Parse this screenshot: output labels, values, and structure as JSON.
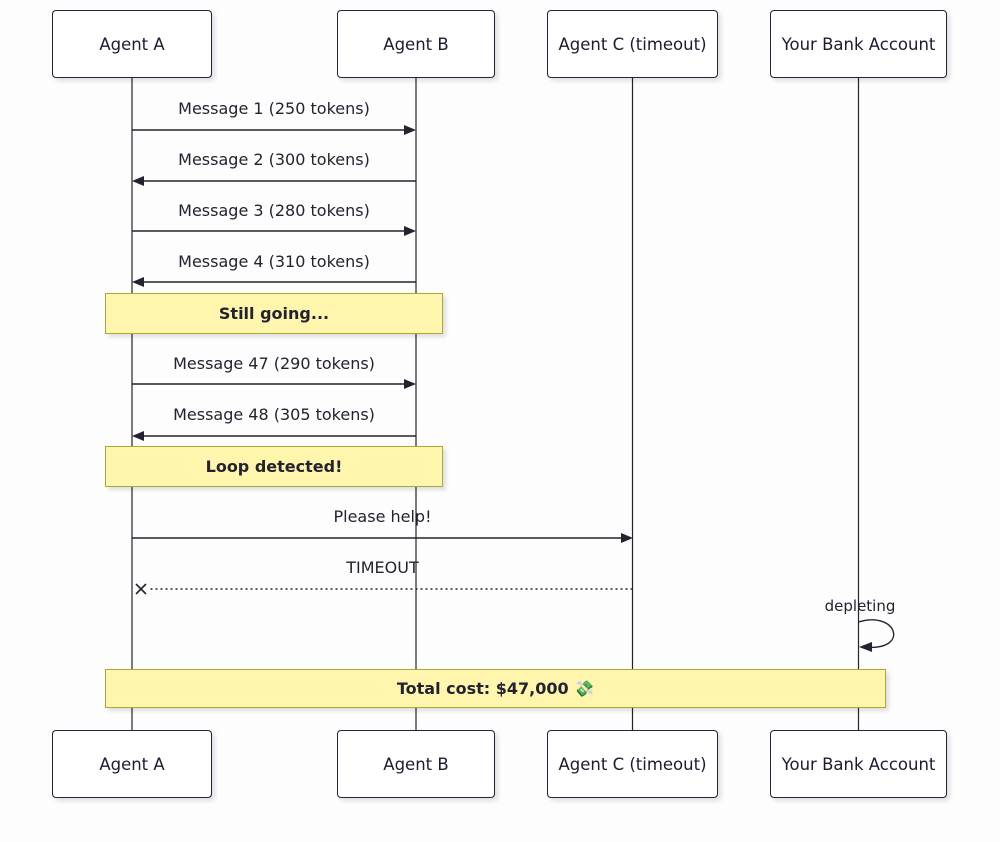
{
  "diagram_type": "sequence",
  "participants": [
    {
      "label": "Agent A"
    },
    {
      "label": "Agent B"
    },
    {
      "label": "Agent C (timeout)"
    },
    {
      "label": "Your Bank Account"
    }
  ],
  "messages": [
    {
      "label": "Message 1 (250 tokens)",
      "from": "Agent A",
      "to": "Agent B",
      "style": "solid-arrow"
    },
    {
      "label": "Message 2 (300 tokens)",
      "from": "Agent B",
      "to": "Agent A",
      "style": "solid-arrow"
    },
    {
      "label": "Message 3 (280 tokens)",
      "from": "Agent A",
      "to": "Agent B",
      "style": "solid-arrow"
    },
    {
      "label": "Message 4 (310 tokens)",
      "from": "Agent B",
      "to": "Agent A",
      "style": "solid-arrow"
    },
    {
      "label": "Message 47 (290 tokens)",
      "from": "Agent A",
      "to": "Agent B",
      "style": "solid-arrow"
    },
    {
      "label": "Message 48 (305 tokens)",
      "from": "Agent B",
      "to": "Agent A",
      "style": "solid-arrow"
    },
    {
      "label": "Please help!",
      "from": "Agent A",
      "to": "Agent C (timeout)",
      "style": "solid-arrow"
    },
    {
      "label": "TIMEOUT",
      "from": "Agent C (timeout)",
      "to": "Agent A",
      "style": "dotted-lost-message"
    },
    {
      "label": "depleting",
      "from": "Your Bank Account",
      "to": "Your Bank Account",
      "style": "self-loop"
    }
  ],
  "notes": [
    {
      "label": "Still going...",
      "over": "Agent A, Agent B"
    },
    {
      "label": "Loop detected!",
      "over": "Agent A, Agent B"
    },
    {
      "label": "Total cost: $47,000 💸",
      "over": "all participants"
    }
  ],
  "colors": {
    "note_background": "#fff5ad",
    "note_border": "#aaaa33",
    "actor_background": "#ffffff",
    "actor_border": "#23233a",
    "line": "#23232f",
    "canvas": "#fdfdfd"
  }
}
